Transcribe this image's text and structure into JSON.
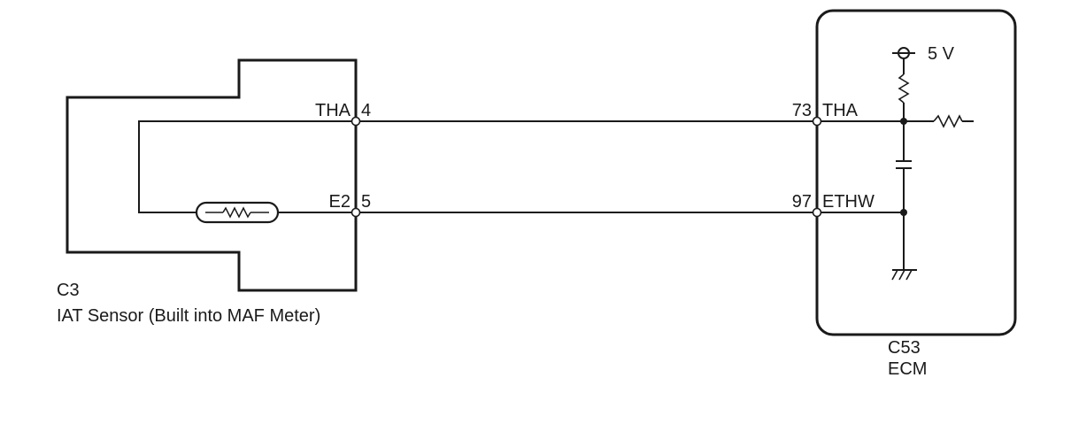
{
  "sensor": {
    "pins": [
      {
        "label": "THA",
        "number": "4"
      },
      {
        "label": "E2",
        "number": "5"
      }
    ],
    "connector": "C3",
    "name": "IAT Sensor (Built into MAF Meter)"
  },
  "ecm": {
    "pins": [
      {
        "label": "THA",
        "number": "73"
      },
      {
        "label": "ETHW",
        "number": "97"
      }
    ],
    "supply": "5 V",
    "connector": "C53",
    "name": "ECM"
  },
  "colors": {
    "line": "#1a1a1a",
    "background": "#ffffff"
  }
}
